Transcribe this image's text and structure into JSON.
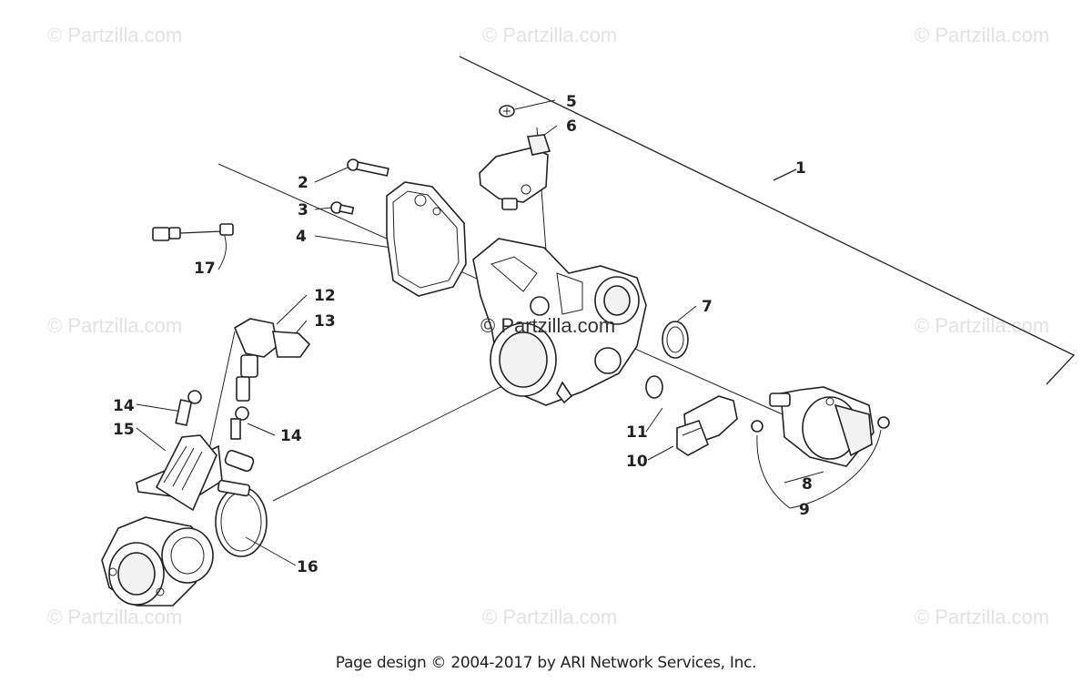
{
  "watermarks": [
    {
      "text": "© Partzilla.com"
    },
    {
      "text": "© Partzilla.com"
    },
    {
      "text": "© Partzilla.com"
    },
    {
      "text": "© Partzilla.com"
    },
    {
      "text": "© Partzilla.com"
    },
    {
      "text": "© Partzilla.com"
    },
    {
      "text": "© Partzilla.com"
    },
    {
      "text": "© Partzilla.com"
    },
    {
      "text": "© Partzilla.com"
    }
  ],
  "center_watermark": "© Partzilla.com",
  "callouts": [
    "1",
    "2",
    "3",
    "4",
    "5",
    "6",
    "7",
    "8",
    "9",
    "10",
    "11",
    "12",
    "13",
    "14",
    "14",
    "15",
    "16",
    "17"
  ],
  "footer": "Page design © 2004-2017 by ARI Network Services, Inc."
}
